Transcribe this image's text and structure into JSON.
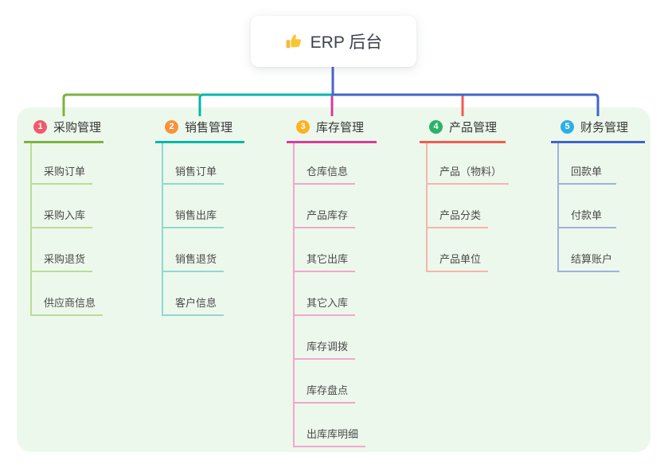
{
  "root": {
    "title": "ERP 后台",
    "icon": "thumbs-up-icon"
  },
  "canvas": {
    "background": "#ffffff",
    "panel_background": "#edf8ec",
    "stem_color": "#4a62d2"
  },
  "branches": [
    {
      "badge": "1",
      "label": "采购管理",
      "badge_color": "#f2596b",
      "color": "#7cb342",
      "light_color": "#b9dd96",
      "children": [
        "采购订单",
        "采购入库",
        "采购退货",
        "供应商信息"
      ]
    },
    {
      "badge": "2",
      "label": "销售管理",
      "badge_color": "#f9913d",
      "color": "#00b7ad",
      "light_color": "#8fd8d2",
      "children": [
        "销售订单",
        "销售出库",
        "销售退货",
        "客户信息"
      ]
    },
    {
      "badge": "3",
      "label": "库存管理",
      "badge_color": "#fbb324",
      "color": "#d63c9c",
      "light_color": "#f3a6cd",
      "children": [
        "仓库信息",
        "产品库存",
        "其它出库",
        "其它入库",
        "库存调拨",
        "库存盘点",
        "出库库明细"
      ]
    },
    {
      "badge": "4",
      "label": "产品管理",
      "badge_color": "#2bb269",
      "color": "#f25b51",
      "light_color": "#f8b3ad",
      "children": [
        "产品（物料）",
        "产品分类",
        "产品单位"
      ]
    },
    {
      "badge": "5",
      "label": "财务管理",
      "badge_color": "#2eafe4",
      "color": "#4164c9",
      "light_color": "#9db1dc",
      "children": [
        "回款单",
        "付款单",
        "结算账户"
      ]
    }
  ]
}
